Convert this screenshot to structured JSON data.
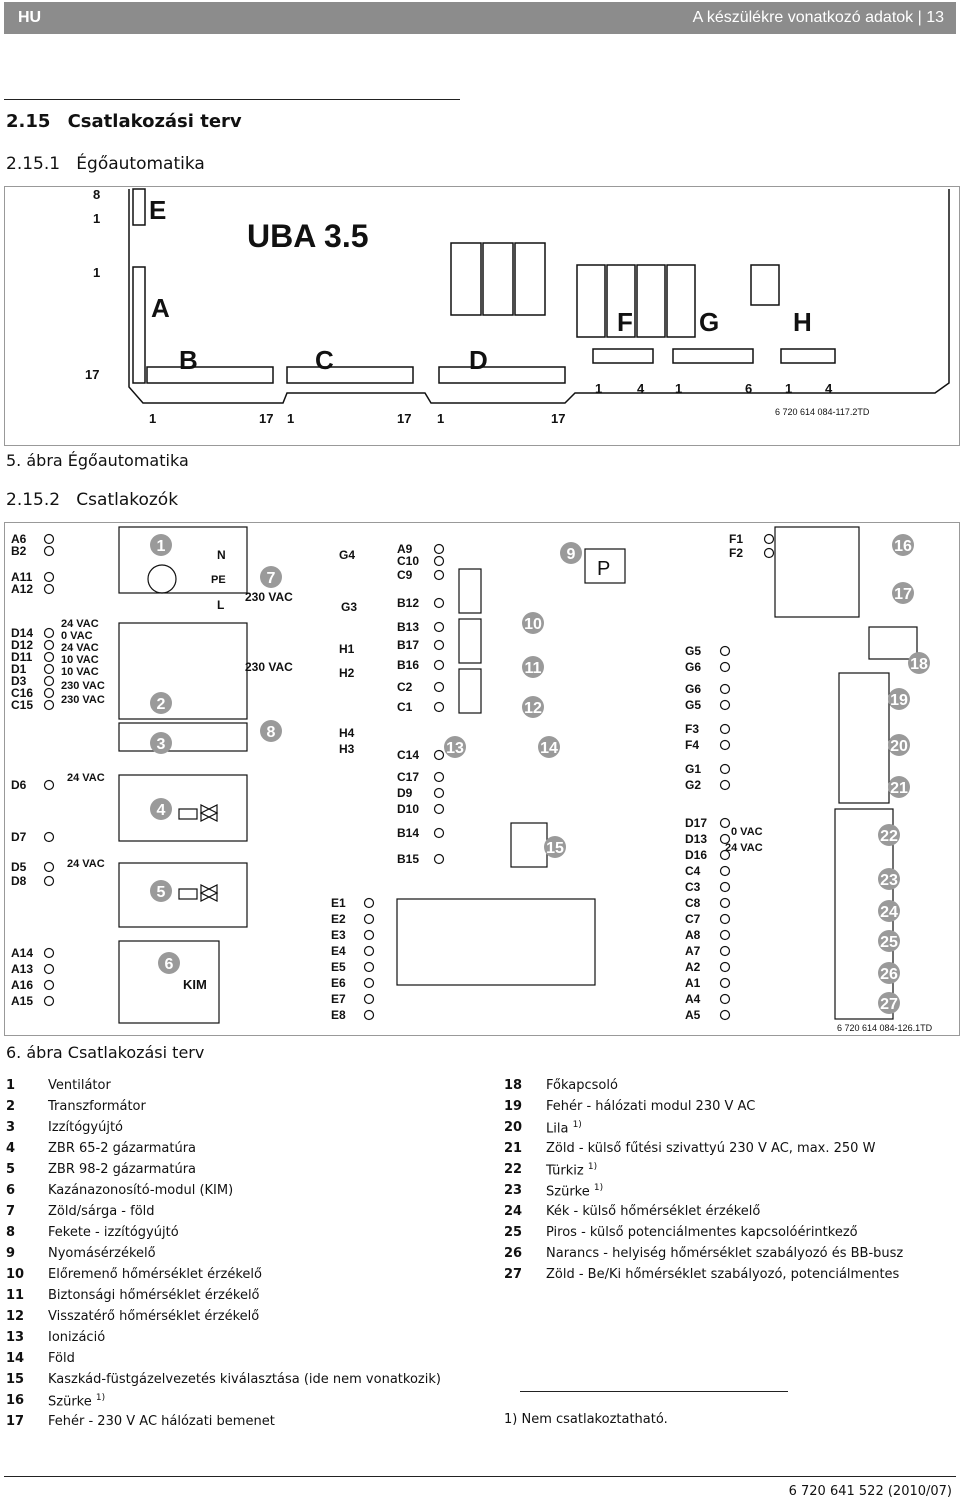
{
  "header": {
    "lang": "HU",
    "title": "A készülékre vonatkozó adatok | 13"
  },
  "section": {
    "number": "2.15",
    "title": "Csatlakozási terv"
  },
  "sub1": {
    "number": "2.15.1",
    "title": "Égőautomatika"
  },
  "fig5": {
    "caption": "5. ábra   Égőautomatika",
    "board_label": "UBA 3.5",
    "code": "6 720 614 084-117.2TD",
    "letters": [
      "E",
      "A",
      "B",
      "C",
      "D",
      "F",
      "G",
      "H"
    ]
  },
  "sub2": {
    "number": "2.15.2",
    "title": "Csatlakozók"
  },
  "fig6": {
    "caption": "6. ábra   Csatlakozási terv",
    "code": "6 720 614 084-126.1TD",
    "left_pins": [
      "A6",
      "B2",
      "A11",
      "A12",
      "D14",
      "D12",
      "D11",
      "D1",
      "D3",
      "C16",
      "C15",
      "D6",
      "D7",
      "D5",
      "D8",
      "A14",
      "A13",
      "A16",
      "A15"
    ],
    "voltages": [
      "24 VAC",
      "0 VAC",
      "24 VAC",
      "10 VAC",
      "10 VAC",
      "230 VAC",
      "230 VAC"
    ],
    "mid_pins": [
      "A9",
      "C10",
      "C9",
      "B12",
      "B13",
      "B17",
      "B16",
      "C2",
      "C1",
      "C14",
      "C17",
      "D9",
      "D10",
      "B14",
      "B15"
    ],
    "e_pins": [
      "E1",
      "E2",
      "E3",
      "E4",
      "E5",
      "E6",
      "E7",
      "E8"
    ],
    "right_pins": [
      "F1",
      "F2",
      "G5",
      "G6",
      "G6",
      "G5",
      "F3",
      "F4",
      "G1",
      "G2",
      "D17",
      "D13",
      "D16",
      "C4",
      "C3",
      "C8",
      "C7",
      "A8",
      "A7",
      "A2",
      "A1",
      "A4",
      "A5"
    ],
    "misc": [
      "N",
      "PE",
      "L",
      "230 VAC",
      "G4",
      "G3",
      "H1",
      "H2",
      "H4",
      "H3",
      "KIM",
      "P",
      "PE",
      "0 VAC",
      "24 VAC"
    ]
  },
  "legend_left": [
    {
      "num": "1",
      "text": "Ventilátor"
    },
    {
      "num": "2",
      "text": "Transzformátor"
    },
    {
      "num": "3",
      "text": "Izzítógyújtó"
    },
    {
      "num": "4",
      "text": "ZBR 65-2 gázarmatúra"
    },
    {
      "num": "5",
      "text": "ZBR 98-2 gázarmatúra"
    },
    {
      "num": "6",
      "text": "Kazánazonosító-modul (KIM)"
    },
    {
      "num": "7",
      "text": "Zöld/sárga - föld"
    },
    {
      "num": "8",
      "text": "Fekete - izzítógyújtó"
    },
    {
      "num": "9",
      "text": "Nyomásérzékelő"
    },
    {
      "num": "10",
      "text": "Előremenő hőmérséklet érzékelő"
    },
    {
      "num": "11",
      "text": "Biztonsági hőmérséklet érzékelő"
    },
    {
      "num": "12",
      "text": "Visszatérő hőmérséklet érzékelő"
    },
    {
      "num": "13",
      "text": "Ionizáció"
    },
    {
      "num": "14",
      "text": "Föld"
    },
    {
      "num": "15",
      "text": "Kaszkád-füstgázelvezetés kiválasztása (ide nem vonatkozik)"
    },
    {
      "num": "16",
      "text": "Szürke",
      "sup": "1)"
    },
    {
      "num": "17",
      "text": "Fehér - 230 V AC hálózati bemenet"
    }
  ],
  "legend_right": [
    {
      "num": "18",
      "text": "Főkapcsoló"
    },
    {
      "num": "19",
      "text": "Fehér - hálózati modul 230 V AC"
    },
    {
      "num": "20",
      "text": "Lila",
      "sup": "1)"
    },
    {
      "num": "21",
      "text": "Zöld - külső fűtési szivattyú 230 V AC, max. 250 W"
    },
    {
      "num": "22",
      "text": "Türkiz",
      "sup": "1)"
    },
    {
      "num": "23",
      "text": "Szürke",
      "sup": "1)"
    },
    {
      "num": "24",
      "text": "Kék - külső hőmérséklet érzékelő"
    },
    {
      "num": "25",
      "text": "Piros - külső potenciálmentes kapcsolóérintkező"
    },
    {
      "num": "26",
      "text": "Narancs - helyiség hőmérséklet szabályozó és BB-busz"
    },
    {
      "num": "27",
      "text": "Zöld - Be/Ki hőmérséklet szabályozó, potenciálmentes"
    }
  ],
  "footnote": "1)  Nem csatlakoztatható.",
  "doc_code": "6 720 641 522 (2010/07)"
}
